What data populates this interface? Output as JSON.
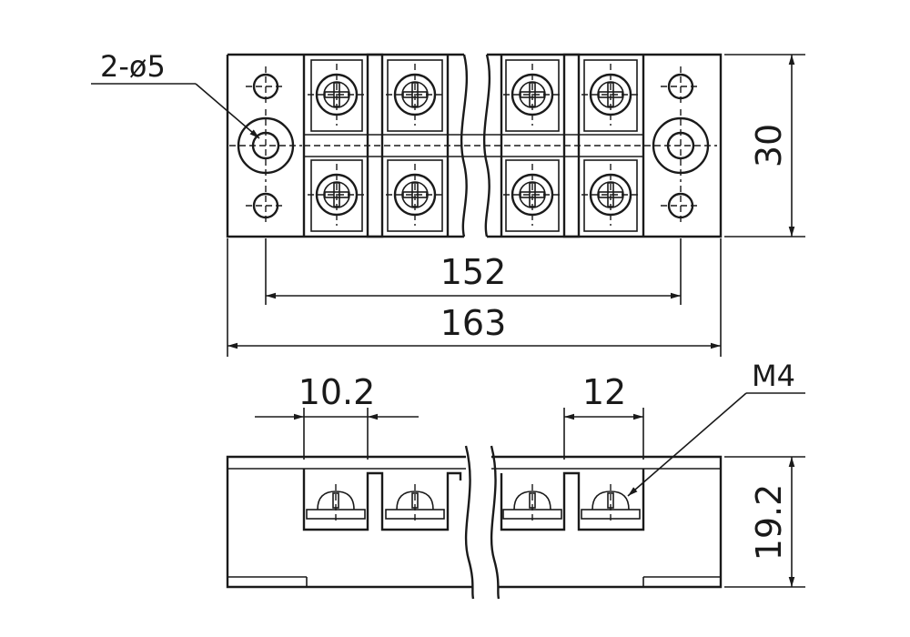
{
  "labels": {
    "mount_holes": "2-ø5",
    "height_top": "30",
    "hole_spacing": "152",
    "overall_length": "163",
    "pitch_a": "10.2",
    "pitch_b": "12",
    "screw": "M4",
    "height_side": "19.2"
  },
  "icons": {
    "screw_head": "phillips-screw-icon",
    "mount_hole": "mounting-hole-icon"
  },
  "colors": {
    "line": "#1a1a1a",
    "background": "#ffffff"
  }
}
